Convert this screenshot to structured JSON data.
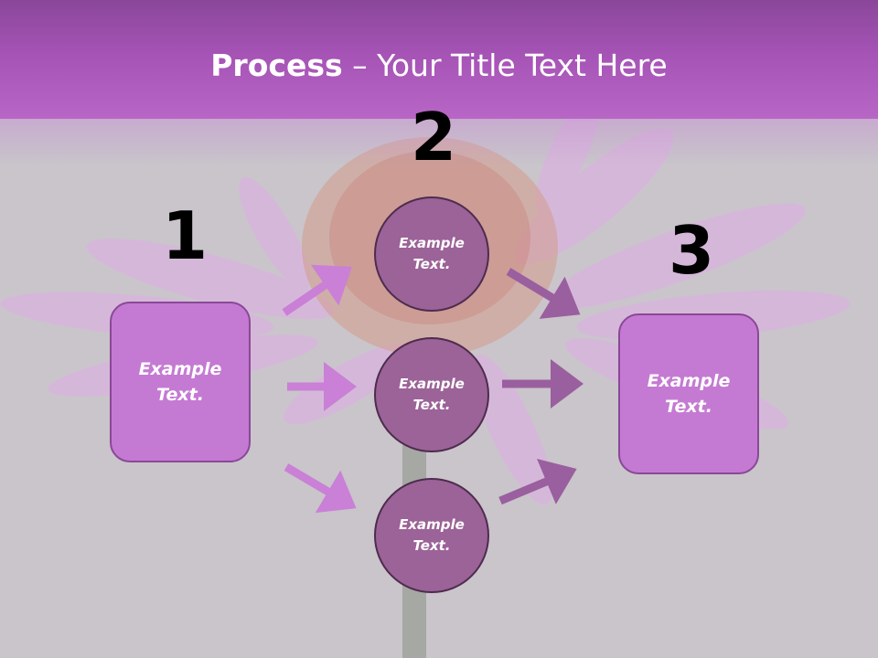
{
  "slide": {
    "title_bold": "Process",
    "title_rest": " – Your Title Text Here"
  },
  "steps": [
    {
      "number": "1",
      "box_text_line1": "Example",
      "box_text_line2": "Text."
    },
    {
      "number": "2"
    },
    {
      "number": "3",
      "box_text_line1": "Example",
      "box_text_line2": "Text."
    }
  ],
  "circles": [
    {
      "line1": "Example",
      "line2": "Text."
    },
    {
      "line1": "Example",
      "line2": "Text."
    },
    {
      "line1": "Example",
      "line2": "Text."
    }
  ],
  "colors": {
    "header": "#a553b5",
    "box_fill": "#c47ad2",
    "circle_fill": "#9b6397",
    "arrow_left": "#c980d6",
    "arrow_right": "#9a5f9e",
    "background": "#c9c5cb"
  }
}
